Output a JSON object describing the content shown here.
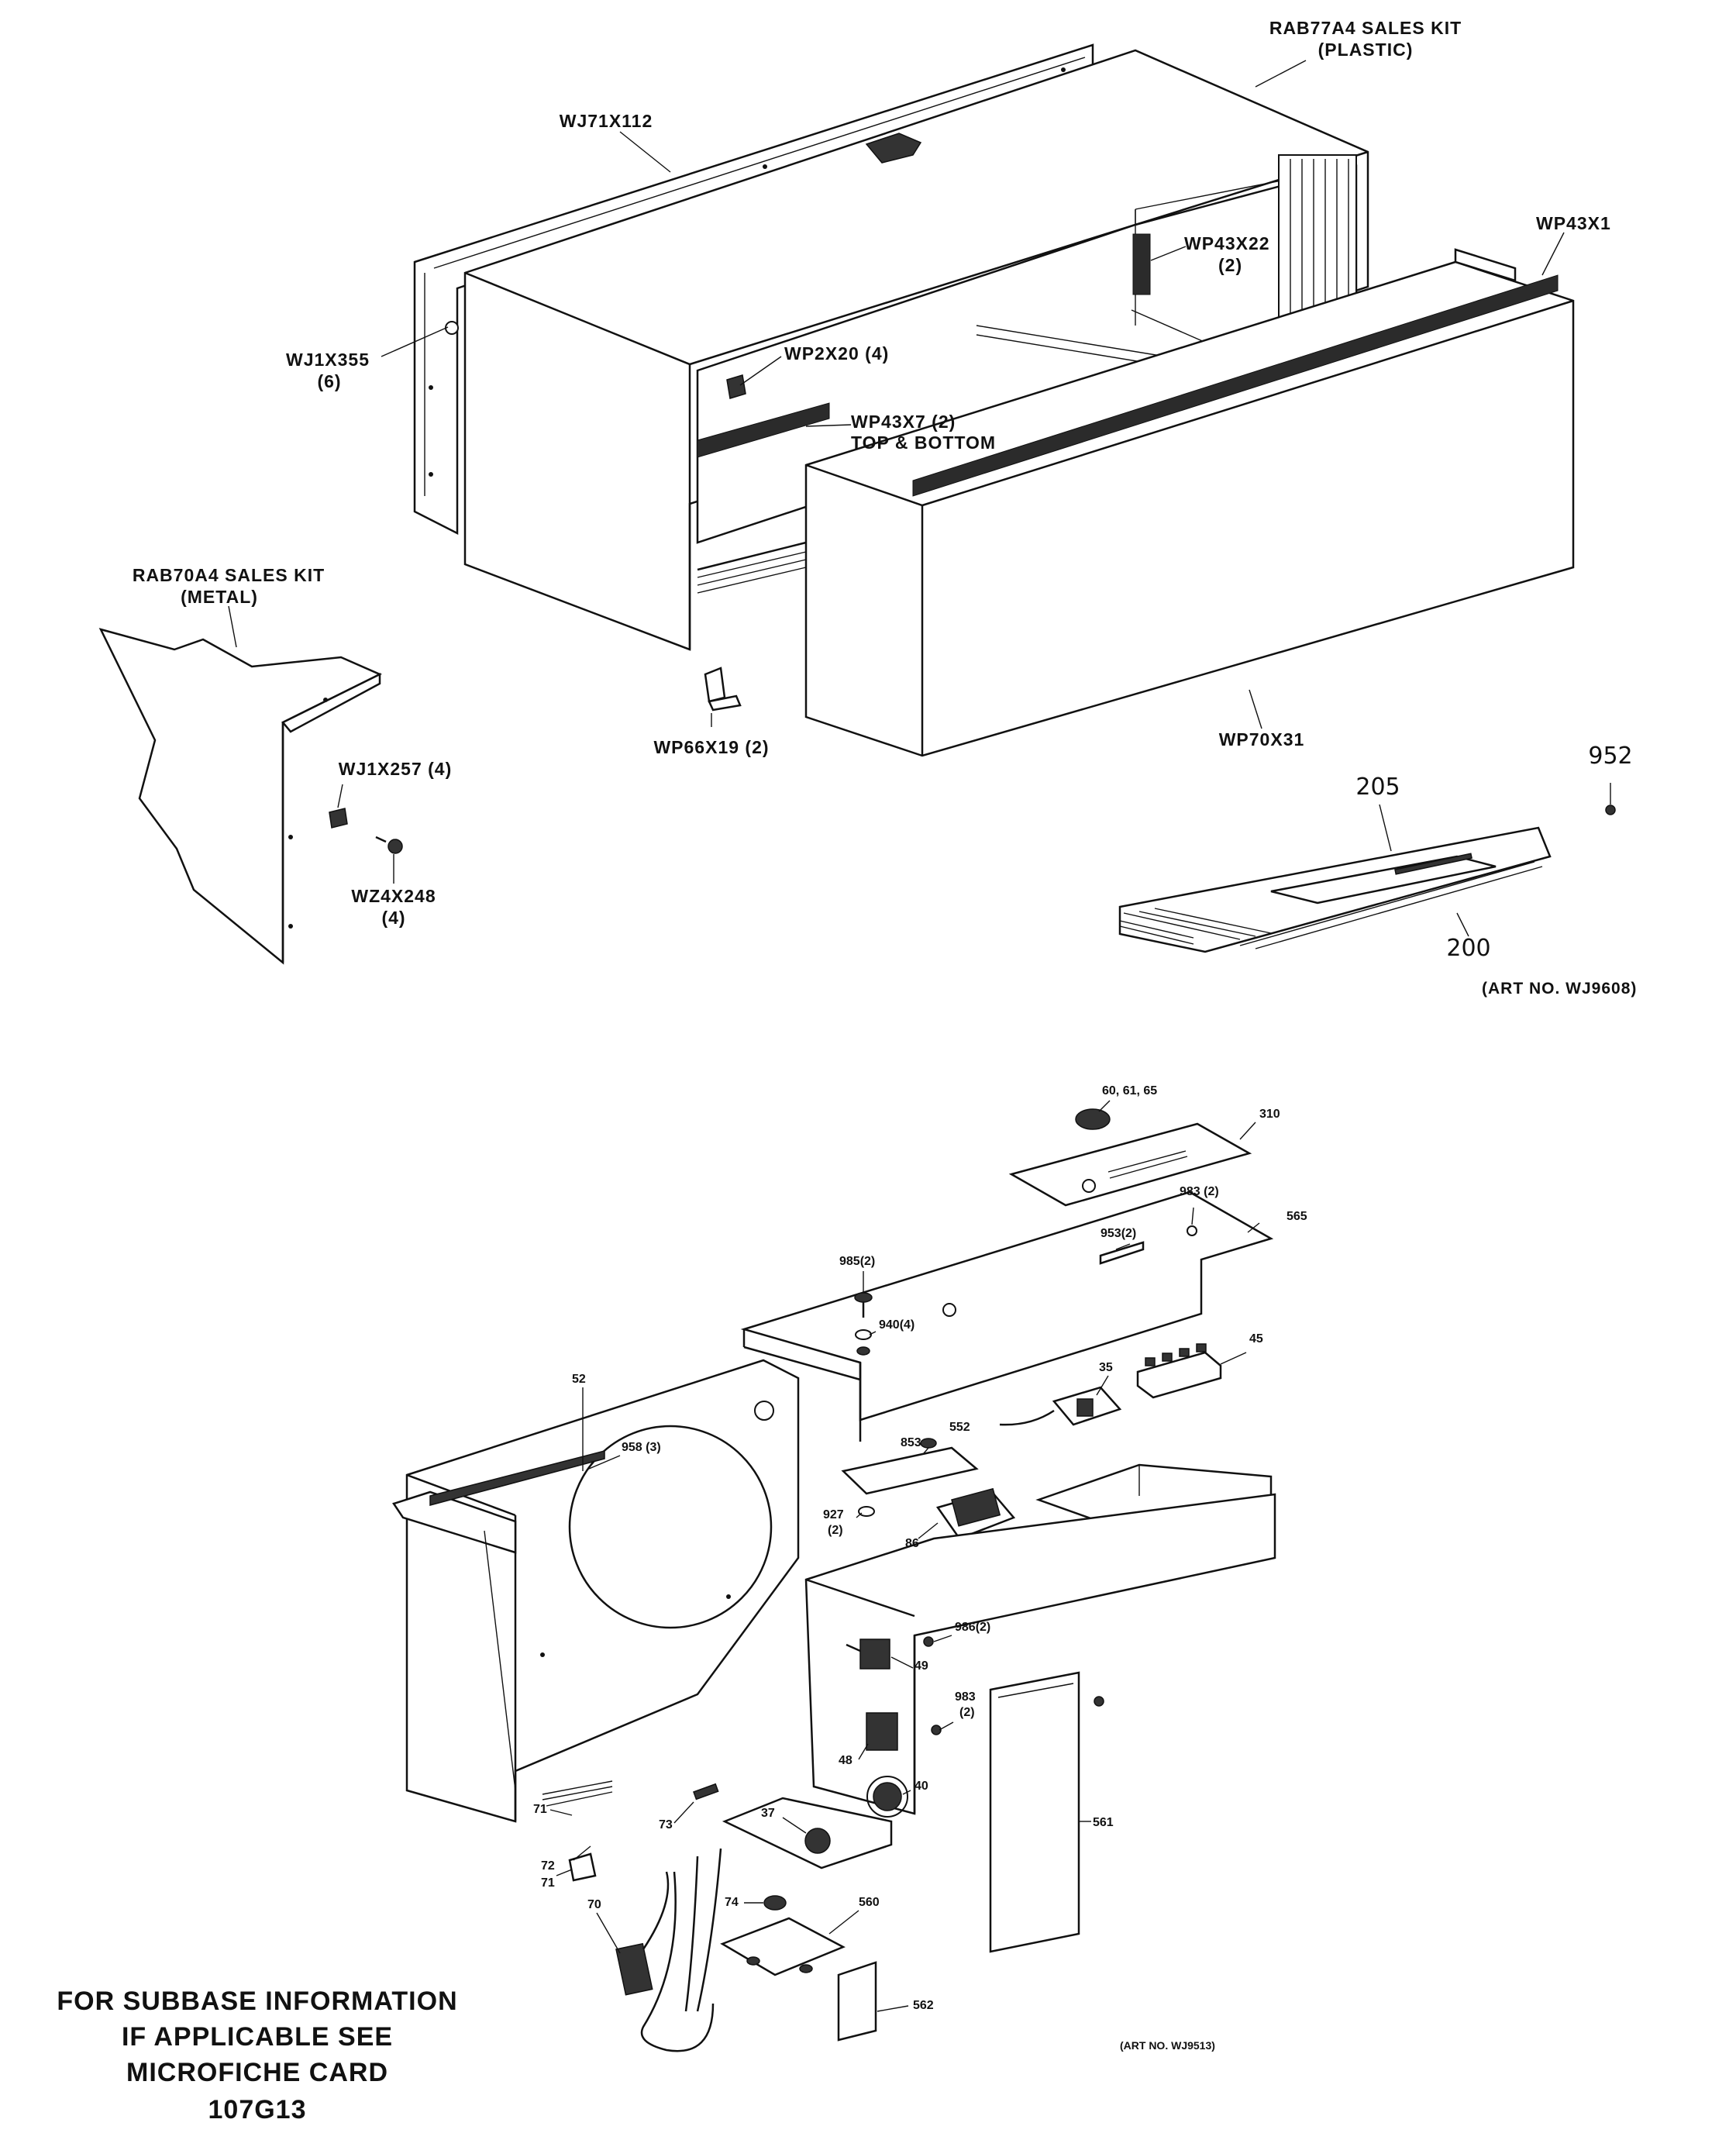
{
  "top_assembly": {
    "labels": {
      "rab77a4_kit": "RAB77A4 SALES KIT",
      "rab77a4_kit_sub": "(PLASTIC)",
      "wj71x112": "WJ71X112",
      "wp43x22": "WP43X22",
      "wp43x22_qty": "(2)",
      "wp43x1": "WP43X1",
      "wj1x355": "WJ1X355",
      "wj1x355_qty": "(6)",
      "wp2x20": "WP2X20 (4)",
      "wp43x7": "WP43X7 (2)",
      "wp43x7_sub": "TOP & BOTTOM",
      "rab70a4_kit": "RAB70A4 SALES KIT",
      "rab70a4_kit_sub": "(METAL)",
      "wp66x19": "WP66X19 (2)",
      "wp70x31": "WP70X31",
      "wj1x257": "WJ1X257 (4)",
      "wz4x248": "WZ4X248",
      "wz4x248_qty": "(4)",
      "n952": "952",
      "n205": "205",
      "n200": "200",
      "art_no": "(ART NO. WJ9608)"
    }
  },
  "bottom_assembly": {
    "labels": {
      "n60_61_65": "60, 61, 65",
      "n310": "310",
      "n983_top": "983 (2)",
      "n565": "565",
      "n953": "953(2)",
      "n985": "985(2)",
      "n940": "940(4)",
      "n45": "45",
      "n35": "35",
      "n52": "52",
      "n958": "958 (3)",
      "n853": "853",
      "n552": "552",
      "n927": "927",
      "n927_qty": "(2)",
      "n86": "86",
      "n986": "986(2)",
      "n49": "49",
      "n983_side": "983",
      "n983_side_qty": "(2)",
      "n48": "48",
      "n40": "40",
      "n37": "37",
      "n73": "73",
      "n71a": "71",
      "n72": "72",
      "n71b": "71",
      "n70": "70",
      "n74": "74",
      "n560": "560",
      "n562": "562",
      "n561": "561",
      "art_no": "(ART NO. WJ9513)"
    }
  },
  "footnote": {
    "line1": "FOR SUBBASE INFORMATION",
    "line2": "IF APPLICABLE SEE",
    "line3": "MICROFICHE CARD",
    "line4": "107G13"
  }
}
